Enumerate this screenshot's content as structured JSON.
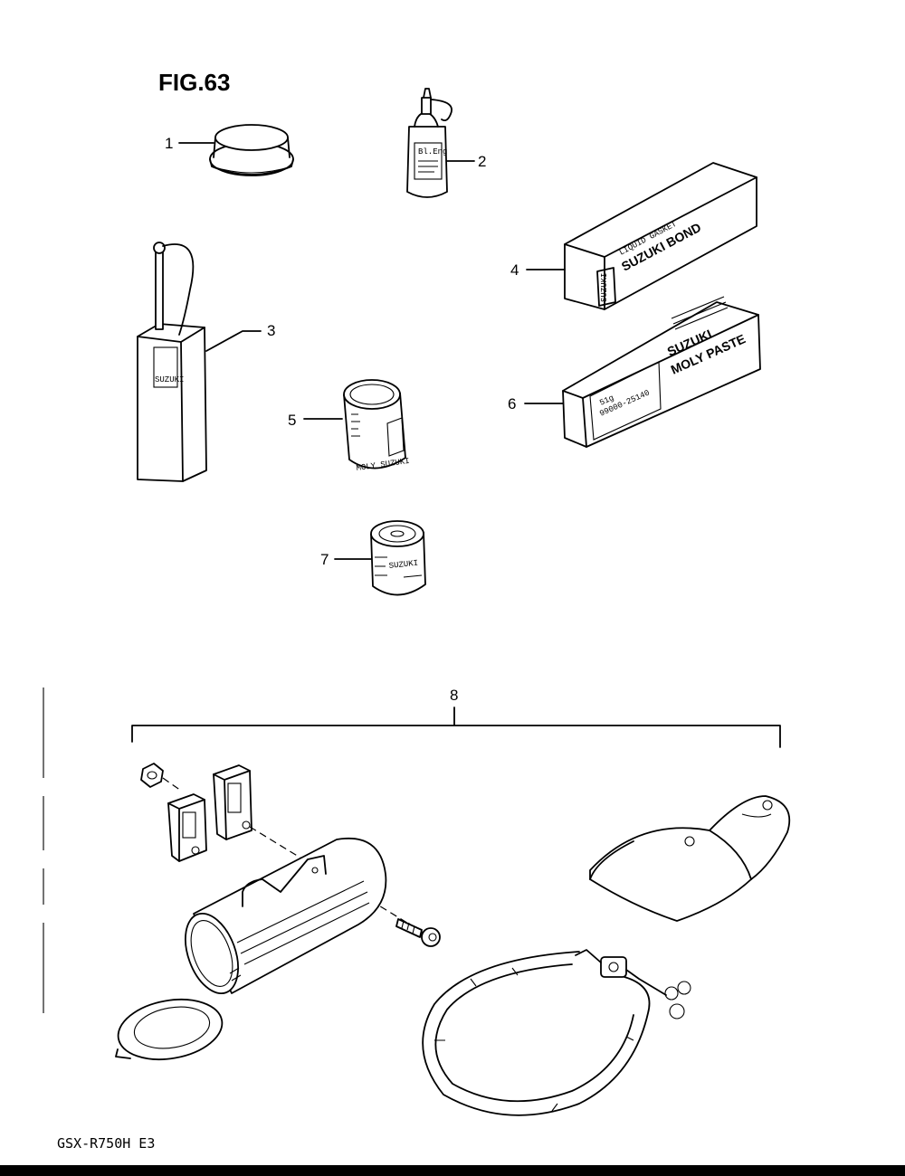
{
  "figure": {
    "title": "FIG.63",
    "model_code": "GSX-R750H E3"
  },
  "callouts": [
    "1",
    "2",
    "3",
    "4",
    "5",
    "6",
    "7",
    "8"
  ],
  "item_labels": {
    "item2_bottle": "Bl.Eng",
    "item3_can": "SUZUKI",
    "item4_box_small": "LIQUID GASKET",
    "item4_box_main": "SUZUKI BOND",
    "item4_logo": "SUZUKI",
    "item5_can_side": "MOLY SUZUKI",
    "item6_box_line1": "SUZUKI",
    "item6_box_line2": "MOLY PASTE",
    "item6_box_code": "99000-25140",
    "item6_box_small": "51g",
    "item7_can": "SUZUKI"
  },
  "colors": {
    "ink": "#000000",
    "paper": "#ffffff"
  }
}
